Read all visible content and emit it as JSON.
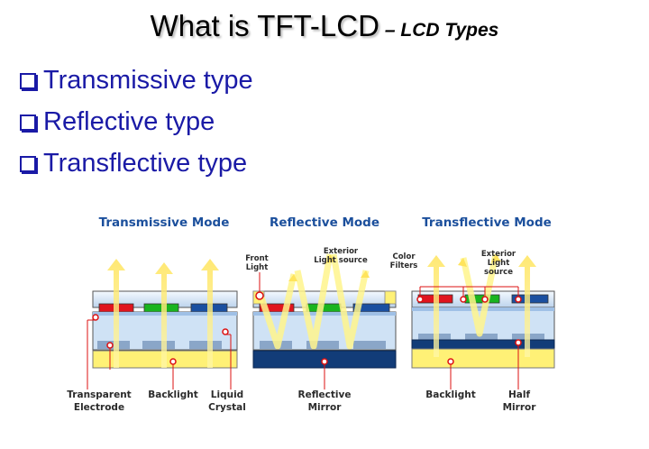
{
  "slide": {
    "title": "What is TFT-LCD",
    "subtitle": "– LCD Types",
    "bullets": [
      "Transmissive type",
      "Reflective type",
      "Transflective type"
    ]
  },
  "diagram": {
    "modes": [
      {
        "title": "Transmissive Mode",
        "labels": [
          "Transparent",
          "Electrode",
          "Backlight",
          "Liquid",
          "Crystal"
        ]
      },
      {
        "title": "Reflective Mode",
        "labels": [
          "Front",
          "Light",
          "Exterior",
          "Light source",
          "Reflective",
          "Mirror"
        ]
      },
      {
        "title": "Transflective Mode",
        "labels": [
          "Color",
          "Filters",
          "Exterior",
          "Light",
          "source",
          "Backlight",
          "Half",
          "Mirror"
        ]
      }
    ],
    "colors": {
      "red": "#e0141e",
      "green": "#19b41e",
      "blue": "#1a4fa0",
      "yellow": "#fff176",
      "mirror": "#123c78",
      "glass": "#dceaf8",
      "arrow": "#fff48c"
    }
  }
}
